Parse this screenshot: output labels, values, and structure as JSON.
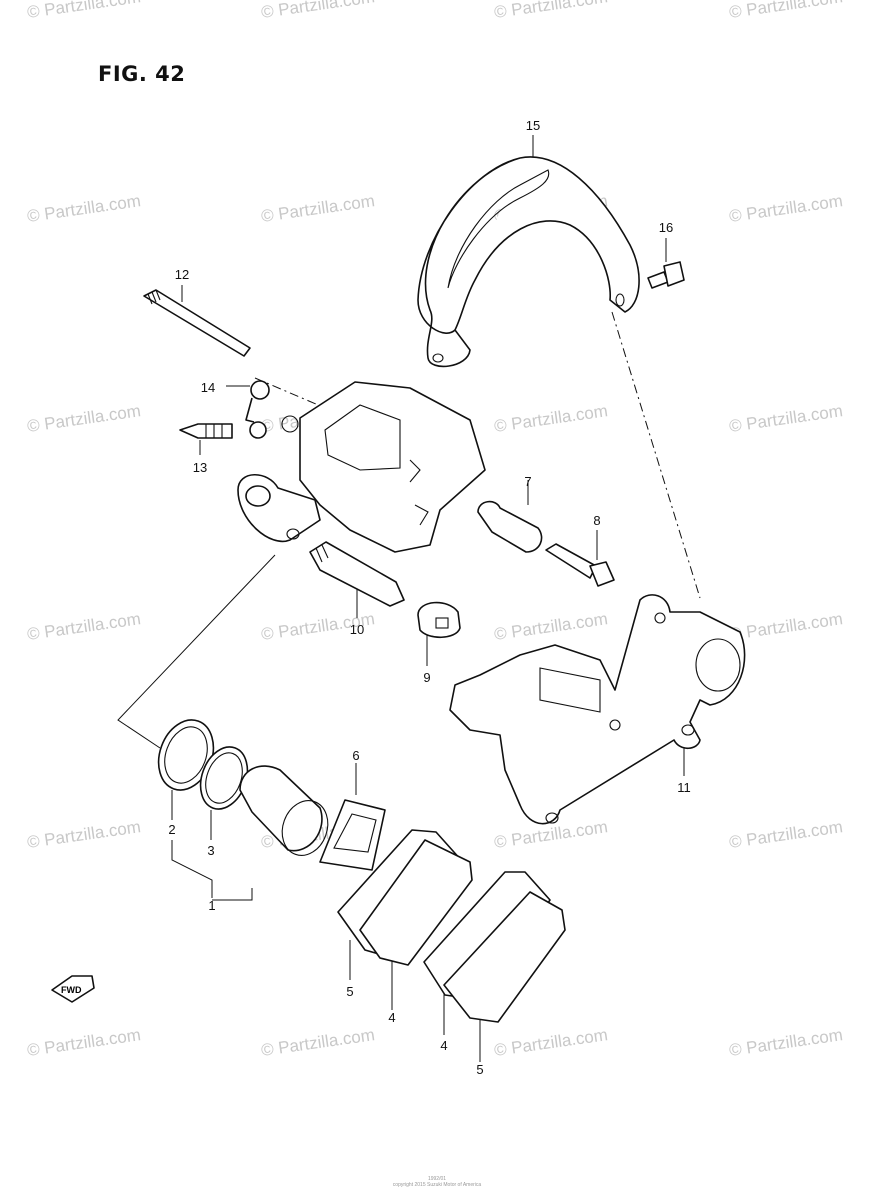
{
  "figure": {
    "title": "FIG. 42"
  },
  "watermark": {
    "text": "© Partzilla.com"
  },
  "callouts": [
    "15",
    "16",
    "12",
    "14",
    "13",
    "7",
    "8",
    "10",
    "9",
    "11",
    "6",
    "2",
    "3",
    "1",
    "5",
    "4",
    "4",
    "5"
  ],
  "fwd_label": "FWD",
  "footer": {
    "line1": "1992/01",
    "line2": "copyright 2015 Suzuki Motor of America"
  }
}
